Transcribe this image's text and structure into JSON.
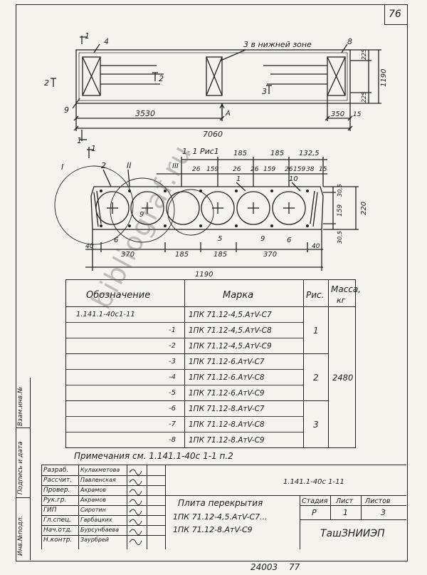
{
  "sheet_number": "76",
  "page_bottom_left": "24003",
  "page_bottom_right": "77",
  "plan": {
    "note_bottom_zone": "3 в нижней зоне",
    "section_mark_1_top": "1",
    "section_mark_1_bottom": "1",
    "section_mark_2_left": "2",
    "section_mark_2_mid": "2",
    "section_mark_3": "3",
    "view_a": "А",
    "callout_4": "4",
    "callout_8": "8",
    "callout_9": "9",
    "dim_3530": "3530",
    "dim_7060": "7060",
    "dim_350": "350",
    "dim_15": "15",
    "dim_225_top": "225",
    "dim_225_bottom": "225",
    "dim_1190": "1190"
  },
  "section": {
    "title": "1- 1 Рис1",
    "callout_I": "I",
    "callout_II": "II",
    "callout_III": "III",
    "callout_1": "1",
    "callout_2": "2",
    "callout_5": "5",
    "callout_6a": "6",
    "callout_6b": "6",
    "callout_9a": "9",
    "callout_9b": "9",
    "callout_10": "10",
    "dim_185_top_a": "185",
    "dim_185_top_b": "185",
    "dim_132_5": "132,5",
    "dim_26_a": "26",
    "dim_159_a": "159",
    "dim_26_b": "26",
    "dim_26_c": "26",
    "dim_159_b": "159",
    "dim_26_d": "26",
    "dim_159_c": "159",
    "dim_38": "38",
    "dim_15": "15",
    "dim_30_5_top": "30,5",
    "dim_159_side": "159",
    "dim_30_5_bottom": "30,5",
    "dim_220": "220",
    "dim_40_left": "40",
    "dim_370_a": "370",
    "dim_185_a": "185",
    "dim_185_b": "185",
    "dim_370_b": "370",
    "dim_40_right": "40",
    "dim_1190": "1190"
  },
  "spec_table": {
    "headers": {
      "designation": "Обозначение",
      "mark": "Марка",
      "fig": "Рис.",
      "mass": "Масса,",
      "mass_unit": "кг"
    },
    "rows": [
      {
        "designation": "1.141.1-40с1-11",
        "mark": "1ПК 71.12-4,5.АтV-С7"
      },
      {
        "designation": "-1",
        "mark": "1ПК 71.12-4,5.АтV-С8"
      },
      {
        "designation": "-2",
        "mark": "1ПК 71.12-4,5.АтV-С9"
      },
      {
        "designation": "-3",
        "mark": "1ПК 71.12-6.АтV-С7"
      },
      {
        "designation": "-4",
        "mark": "1ПК 71.12-6.АтV-С8"
      },
      {
        "designation": "-5",
        "mark": "1ПК 71.12-6.АтV-С9"
      },
      {
        "designation": "-6",
        "mark": "1ПК 71.12-8.АтV-С7"
      },
      {
        "designation": "-7",
        "mark": "1ПК 71.12-8.АтV-С8"
      },
      {
        "designation": "-8",
        "mark": "1ПК 71.12-8.АтV-С9"
      }
    ],
    "fig_groups": [
      "1",
      "2",
      "3"
    ],
    "mass_value": "2480"
  },
  "note": "Примечания см. 1.141.1-40с 1-1 п.2",
  "side_stamp": {
    "inv_podl": "Инв.№подл.",
    "podpis_data": "Подпись и дата",
    "vzam_inv": "Взам.инв.№"
  },
  "title_block": {
    "doc_code": "1.141.1-40с 1-11",
    "roles": [
      {
        "role": "Разраб.",
        "name": "Кулахметова"
      },
      {
        "role": "Рассчит.",
        "name": "Павленская"
      },
      {
        "role": "Провер.",
        "name": "Акрамов"
      },
      {
        "role": "Рук.гр.",
        "name": "Акрамов"
      },
      {
        "role": "ГИП",
        "name": "Сиротин"
      },
      {
        "role": "Гл.спец.",
        "name": "Гарбацких"
      },
      {
        "role": "Нач.отд.",
        "name": "Бурсунбаева"
      },
      {
        "role": "Н.контр.",
        "name": "Заурбрей"
      }
    ],
    "title_line1": "Плита перекрытия",
    "title_line2": "1ПК 71.12-4,5.АтV-С7...",
    "title_line3": "1ПК 71.12-8.АтV-С9",
    "stage_label": "Стадия",
    "sheet_label": "Лист",
    "sheets_label": "Листов",
    "stage_value": "Р",
    "sheet_value": "1",
    "sheets_value": "3",
    "org": "ТашЗНИИЭП"
  },
  "watermark": "bibliograf.ru"
}
